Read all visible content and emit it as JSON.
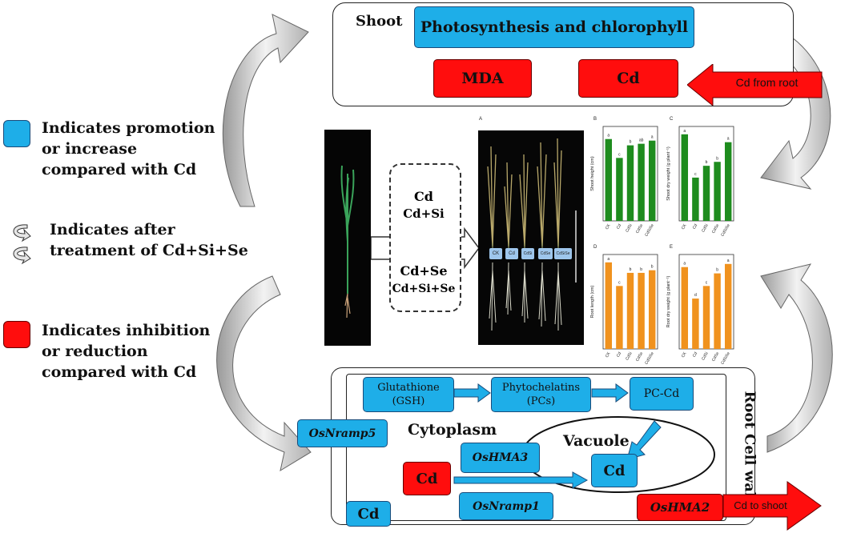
{
  "shoot": {
    "title": "Shoot",
    "photosynthesis": "Photosynthesis and chlorophyll",
    "mda": "MDA",
    "cd": "Cd",
    "cd_from_root": "Cd from root"
  },
  "legend": {
    "promotion": "Indicates promotion\nor increase\ncompared with Cd",
    "after_treatment": "Indicates after\ntreatment of Cd+Si+Se",
    "inhibition": "Indicates inhibition\nor reduction\ncompared with Cd"
  },
  "treatments": {
    "line1": "Cd",
    "line2": "Cd+Si",
    "line3": "Cd+Se",
    "line4": "Cd+Si+Se"
  },
  "photo": {
    "panel_letter": "A",
    "tags": [
      "CK",
      "Cd",
      "CdSi",
      "CdSe",
      "CdSiSe"
    ]
  },
  "root": {
    "cell_wall": "Root Cell wall",
    "gsh": "Glutathione\n(GSH)",
    "pcs": "Phytochelatins\n(PCs)",
    "pc_cd": "PC-Cd",
    "cytoplasm": "Cytoplasm",
    "vacuole": "Vacuole",
    "osnramp5": "OsNramp5",
    "oshma3": "OsHMA3",
    "cd_red": "Cd",
    "cd_vacuole": "Cd",
    "osnramp1": "OsNramp1",
    "cd_wall": "Cd",
    "oshma2": "OsHMA2",
    "cd_to_shoot": "Cd to shoot"
  },
  "colors": {
    "blue": "#1eaee8",
    "red": "#ff0d0d",
    "green_bar": "#1e8c1e",
    "orange_bar": "#f0921e"
  },
  "chart_data": [
    {
      "type": "bar",
      "panel": "B",
      "ylabel": "Shoot height (cm)",
      "categories": [
        "CK",
        "Cd",
        "CdSi",
        "CdSe",
        "CdSiSe"
      ],
      "values": [
        26,
        20,
        24,
        24.5,
        25.5
      ],
      "ylim": [
        0,
        30
      ],
      "letters": [
        "a",
        "c",
        "b",
        "ab",
        "a"
      ]
    },
    {
      "type": "bar",
      "panel": "C",
      "ylabel": "Shoot dry weight (g plant⁻¹)",
      "categories": [
        "CK",
        "Cd",
        "CdSi",
        "CdSe",
        "CdSiSe"
      ],
      "values": [
        0.11,
        0.055,
        0.07,
        0.075,
        0.1
      ],
      "ylim": [
        0,
        0.12
      ],
      "letters": [
        "a",
        "c",
        "b",
        "b",
        "a"
      ]
    },
    {
      "type": "bar",
      "panel": "D",
      "ylabel": "Root length (cm)",
      "categories": [
        "CK",
        "Cd",
        "CdSi",
        "CdSe",
        "CdSiSe"
      ],
      "values": [
        16.5,
        12,
        14.5,
        14.5,
        15
      ],
      "ylim": [
        0,
        18
      ],
      "letters": [
        "a",
        "c",
        "b",
        "b",
        "b"
      ]
    },
    {
      "type": "bar",
      "panel": "E",
      "ylabel": "Root dry weight (g plant⁻¹)",
      "categories": [
        "CK",
        "Cd",
        "CdSi",
        "CdSe",
        "CdSiSe"
      ],
      "values": [
        0.013,
        0.008,
        0.01,
        0.012,
        0.0135
      ],
      "ylim": [
        0,
        0.015
      ],
      "letters": [
        "a",
        "d",
        "c",
        "b",
        "a"
      ]
    }
  ]
}
